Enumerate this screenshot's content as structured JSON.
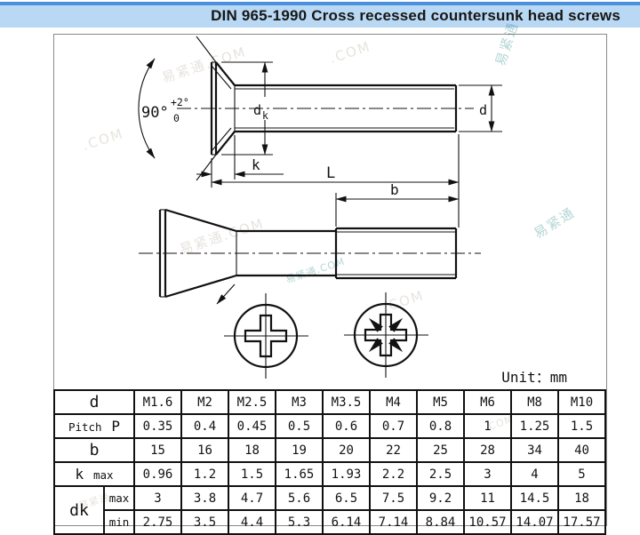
{
  "header": {
    "title": "DIN 965-1990 Cross recessed countersunk head screws"
  },
  "drawing": {
    "angle": "90°",
    "angle_tol_upper": "+2°",
    "angle_tol_lower": "0",
    "dk_main": "d",
    "dk_sub": "k",
    "k": "k",
    "L": "L",
    "b": "b",
    "d": "d",
    "unit": "Unit：mm"
  },
  "watermark": {
    "logo": "易紧通",
    "site": ".COM"
  },
  "table": {
    "rows": [
      {
        "label": "d",
        "values": [
          "M1.6",
          "M2",
          "M2.5",
          "M3",
          "M3.5",
          "M4",
          "M5",
          "M6",
          "M8",
          "M10"
        ]
      },
      {
        "label_main": "Pitch",
        "label_sub": "P",
        "values": [
          "0.35",
          "0.4",
          "0.45",
          "0.5",
          "0.6",
          "0.7",
          "0.8",
          "1",
          "1.25",
          "1.5"
        ]
      },
      {
        "label": "b",
        "values": [
          "15",
          "16",
          "18",
          "19",
          "20",
          "22",
          "25",
          "28",
          "34",
          "40"
        ]
      },
      {
        "label_main": "k",
        "label_sub": "max",
        "values": [
          "0.96",
          "1.2",
          "1.5",
          "1.65",
          "1.93",
          "2.2",
          "2.5",
          "3",
          "4",
          "5"
        ]
      },
      {
        "group_label": "dk",
        "label": "max",
        "values": [
          "3",
          "3.8",
          "4.7",
          "5.6",
          "6.5",
          "7.5",
          "9.2",
          "11",
          "14.5",
          "18"
        ]
      },
      {
        "label": "min",
        "values": [
          "2.75",
          "3.5",
          "4.4",
          "5.3",
          "6.14",
          "7.14",
          "8.84",
          "10.57",
          "14.07",
          "17.57"
        ]
      }
    ]
  }
}
